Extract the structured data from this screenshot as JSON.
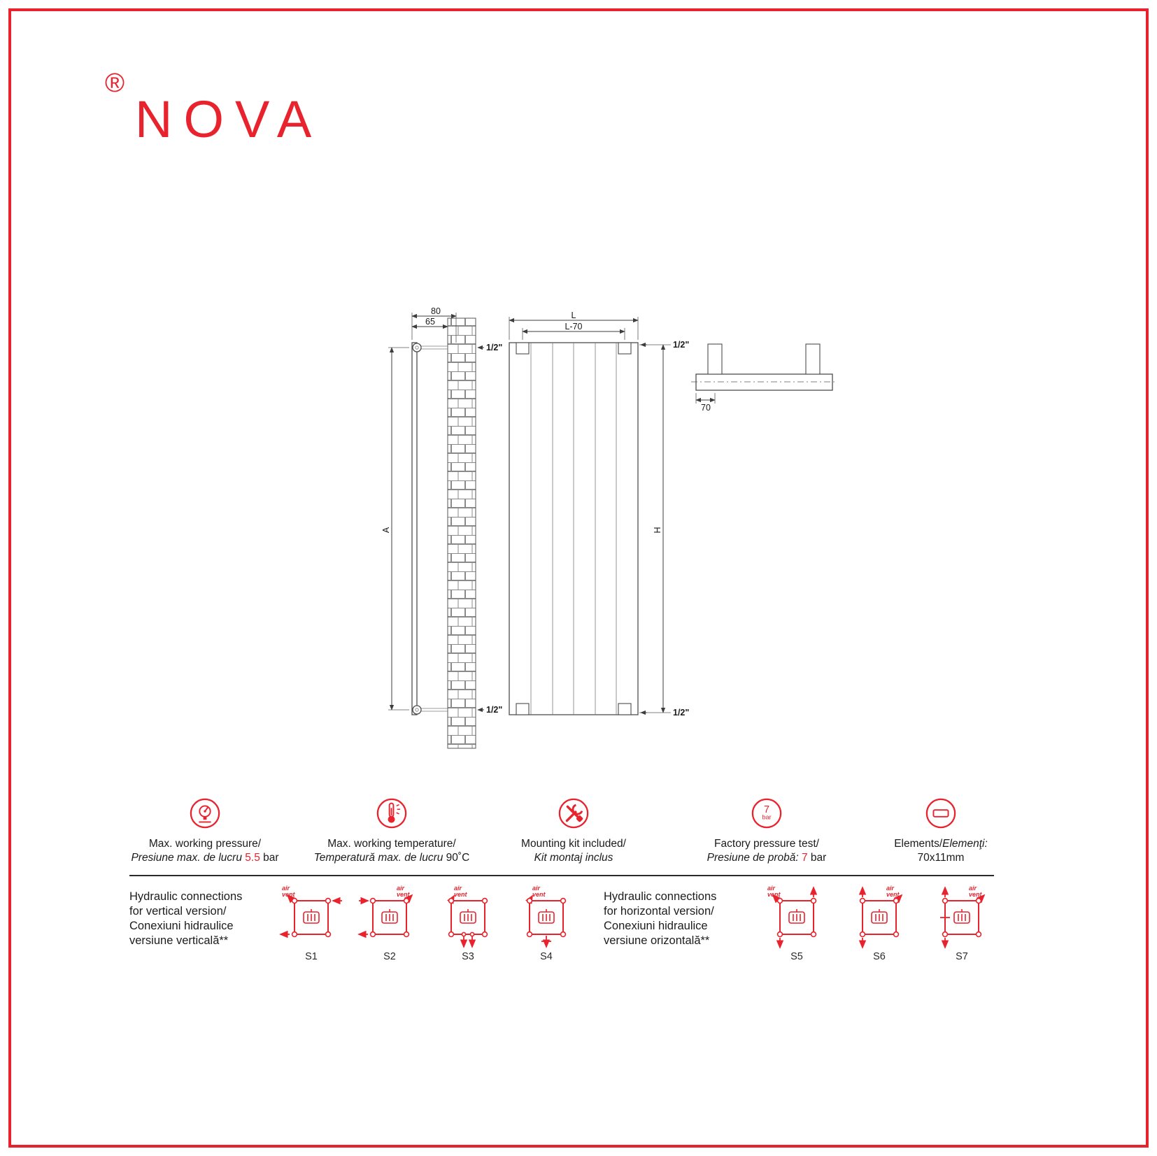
{
  "page": {
    "accent": "#e8232e",
    "brand_registered": "®",
    "brand_name": "NOVA"
  },
  "drawing": {
    "d80": "80",
    "d65": "65",
    "dA": "A",
    "dL": "L",
    "dL70": "L-70",
    "dH": "H",
    "d70": "70",
    "half_inch_side_top": "1/2\"",
    "half_inch_side_bottom": "1/2\"",
    "half_inch_front_top": "1/2\"",
    "half_inch_front_bottom": "1/2\""
  },
  "specs": {
    "pressure": {
      "title": "Max. working pressure/",
      "sub_italic": "Presiune max. de lucru ",
      "sub_value": "5.5",
      "sub_unit": " bar"
    },
    "temperature": {
      "title": "Max. working temperature/",
      "sub_italic": "Temperatură max. de lucru ",
      "sub_value": "90˚C"
    },
    "mounting": {
      "title": "Mounting kit included/",
      "sub_italic": "Kit montaj inclus"
    },
    "test": {
      "badge_value": "7",
      "badge_unit": "bar",
      "title": "Factory pressure test/",
      "sub_italic": "Presiune de probă: ",
      "sub_value": "7",
      "sub_unit": " bar"
    },
    "elements": {
      "title_plain": "Elements/",
      "title_italic": "Elemenţi:",
      "sub_value": "70x11mm"
    }
  },
  "connections": {
    "vent": {
      "w1": "air",
      "w2": "vent"
    },
    "vertical": {
      "label": "Hydraulic connections\nfor vertical version/\nConexiuni hidraulice\nversiune verticală**",
      "diagrams": [
        {
          "id": "S1"
        },
        {
          "id": "S2"
        },
        {
          "id": "S3"
        },
        {
          "id": "S4"
        }
      ]
    },
    "horizontal": {
      "label": "Hydraulic connections\nfor horizontal version/\nConexiuni hidraulice\nversiune orizontală**",
      "diagrams": [
        {
          "id": "S5"
        },
        {
          "id": "S6"
        },
        {
          "id": "S7"
        }
      ]
    }
  }
}
